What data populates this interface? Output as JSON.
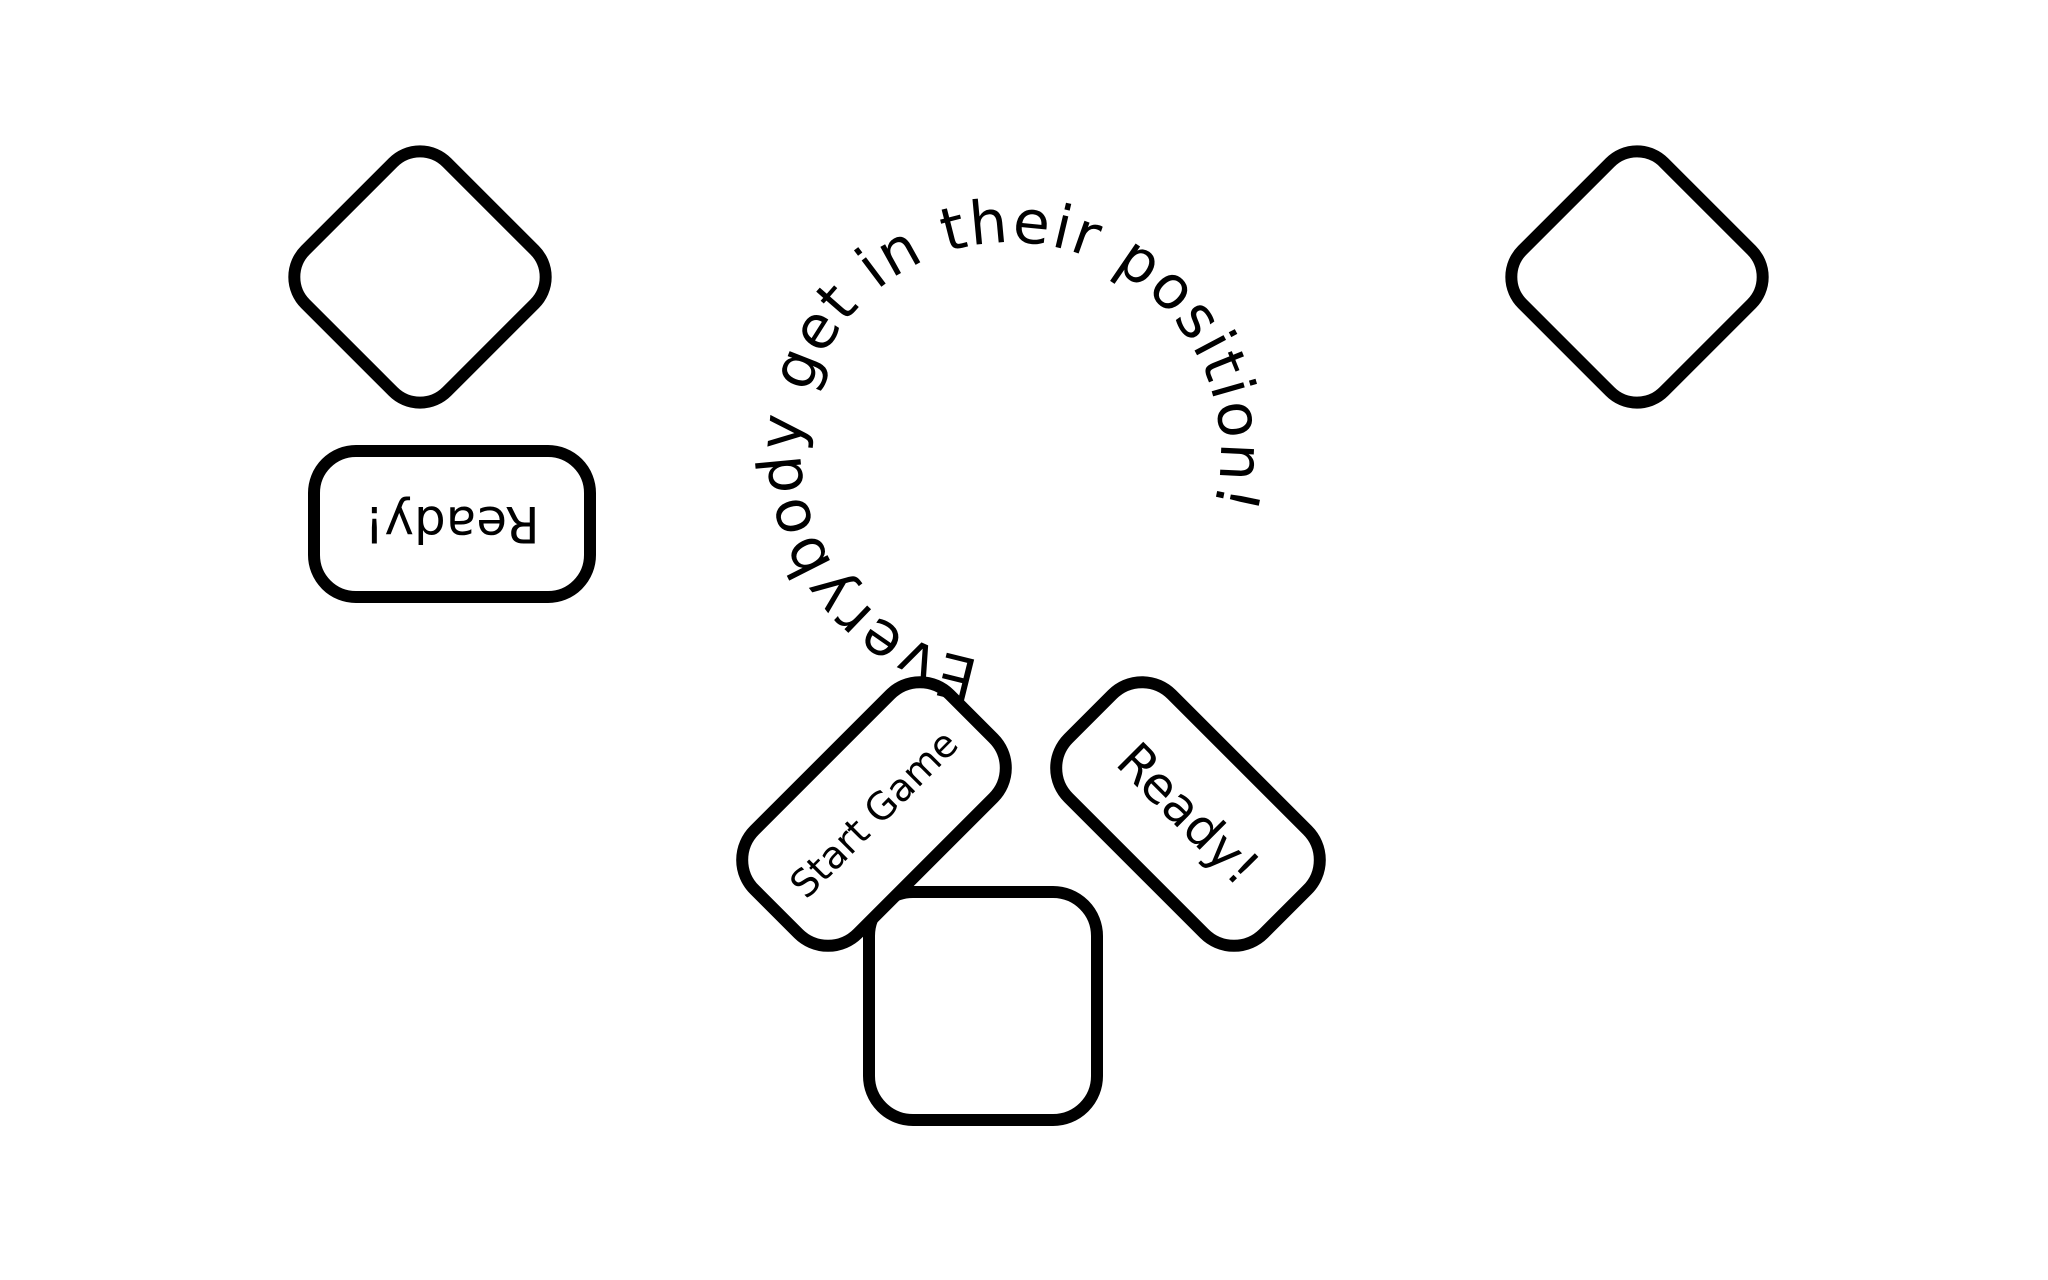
{
  "title_arc_text": "Everybody get in their position!",
  "players": {
    "top_left": {
      "ready_label": "Ready!"
    },
    "bottom": {
      "ready_label": "Ready!",
      "start_label": "Start Game"
    }
  },
  "colors": {
    "background": "#ffffff",
    "stroke": "#000000"
  }
}
